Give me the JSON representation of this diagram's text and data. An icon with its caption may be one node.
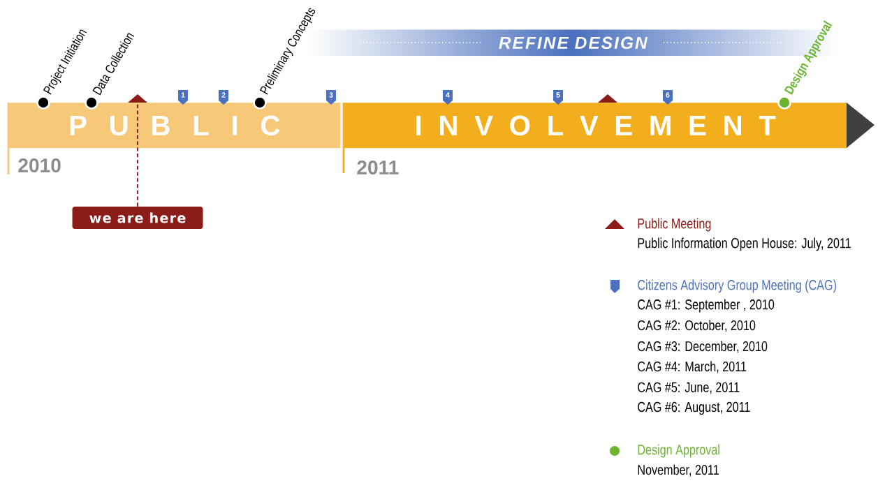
{
  "diagram": {
    "nodes": [
      {
        "text": [
          "REFINE DESIGN"
        ]
      },
      {
        "text": [
          "P U B L I C"
        ]
      },
      {
        "text": [
          "I N V O L V E M E N T"
        ]
      },
      {
        "text": [],
        "shape": "circle",
        "beside": [
          "Project Initiation"
        ]
      },
      {
        "text": [],
        "shape": "circle",
        "beside": [
          "Data Collection"
        ]
      },
      {
        "text": [],
        "shape": "triangle"
      },
      {
        "text": [
          "1"
        ]
      },
      {
        "text": [
          "2"
        ]
      },
      {
        "text": [],
        "shape": "circle",
        "beside": [
          "Preliminary Concepts"
        ]
      },
      {
        "text": [
          "3"
        ]
      },
      {
        "text": [
          "4"
        ]
      },
      {
        "text": [
          "5"
        ]
      },
      {
        "text": [],
        "shape": "triangle"
      },
      {
        "text": [
          "6"
        ]
      },
      {
        "text": [],
        "shape": "circle",
        "beside": [
          "Design Approval"
        ]
      },
      {
        "text": [
          "we are here"
        ]
      }
    ],
    "edges": [
      {
        "from": 15,
        "to": 5,
        "arrow": "none",
        "style": "dashed"
      }
    ],
    "labels": [
      "2010",
      "2011",
      "Public Information Open House: July, 2011",
      "CAG #1: September , 2010",
      "CAG #2: October, 2010",
      "CAG #3: December, 2010",
      "CAG #4: March, 2011",
      "CAG #5: June, 2011",
      "CAG #6: August, 2011",
      "November, 2011"
    ],
    "legend": [
      {
        "text": "Public Meeting"
      },
      {
        "text": "Citizens Advisory Group Meeting (CAG)"
      },
      {
        "text": "Design Approval"
      }
    ]
  }
}
